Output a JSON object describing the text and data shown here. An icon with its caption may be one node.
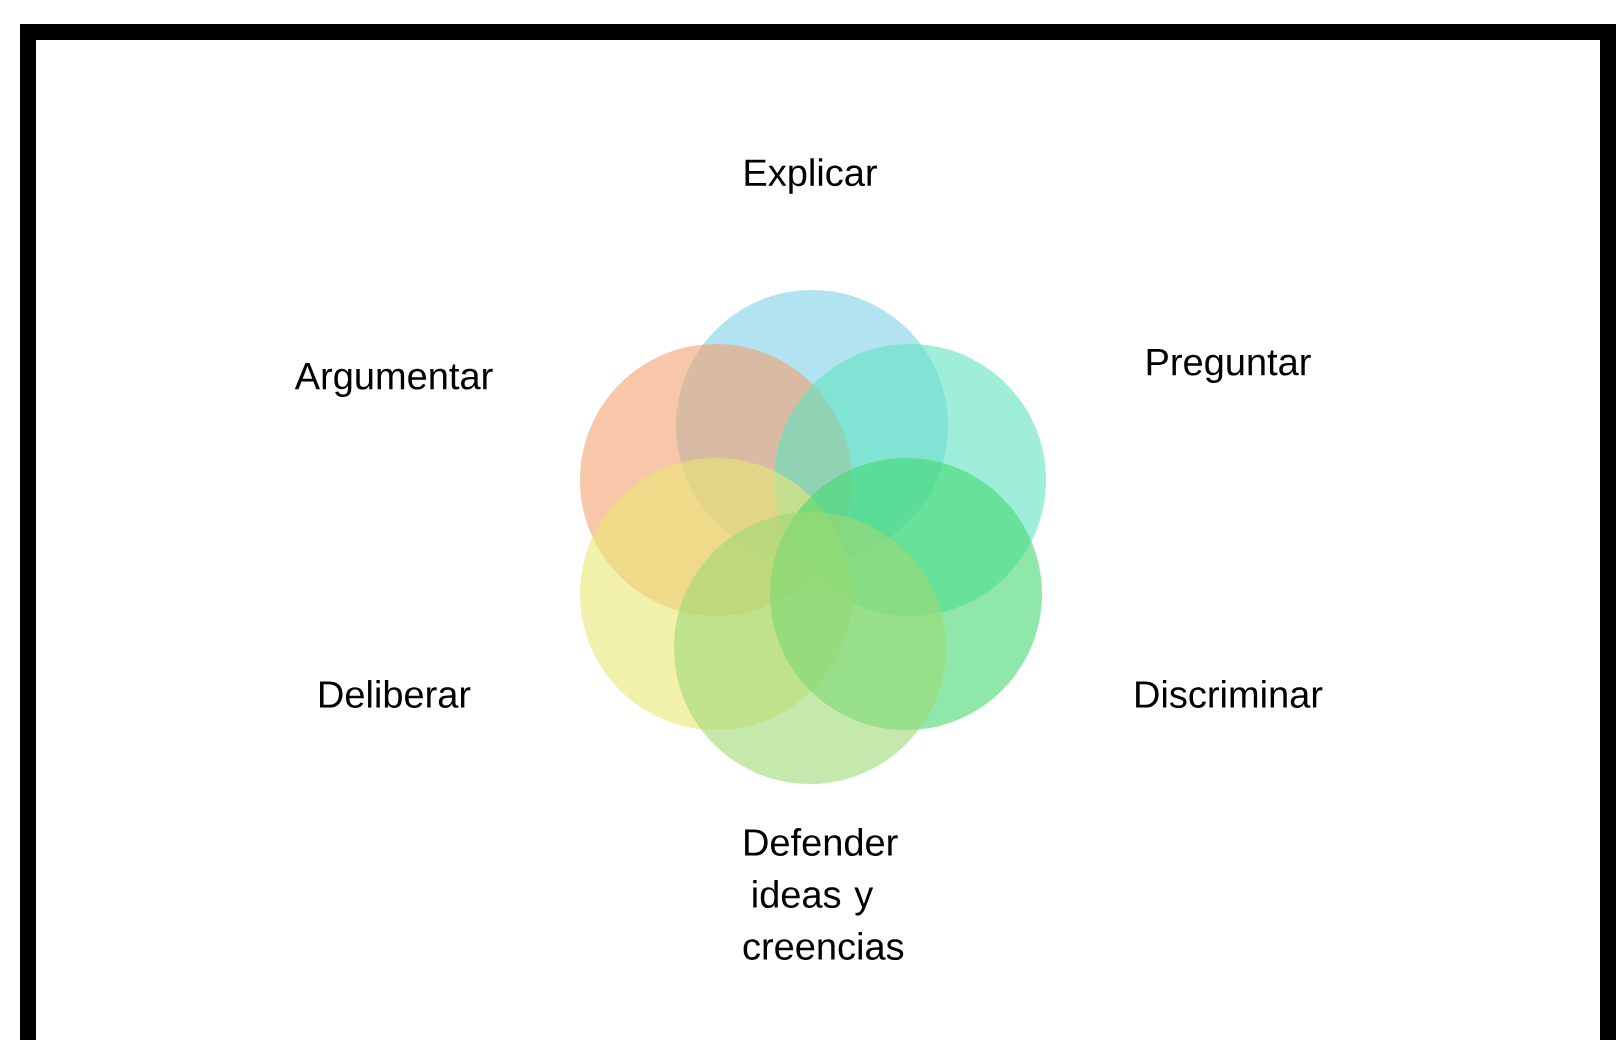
{
  "diagram": {
    "nodes": [
      {
        "text": [
          "Explicar"
        ]
      },
      {
        "text": [
          "Argumentar"
        ]
      },
      {
        "text": [
          "Preguntar"
        ]
      },
      {
        "text": [
          "Deliberar"
        ]
      },
      {
        "text": [
          "Discriminar"
        ]
      },
      {
        "text": [
          "Defender ideas y creencias"
        ]
      }
    ]
  }
}
